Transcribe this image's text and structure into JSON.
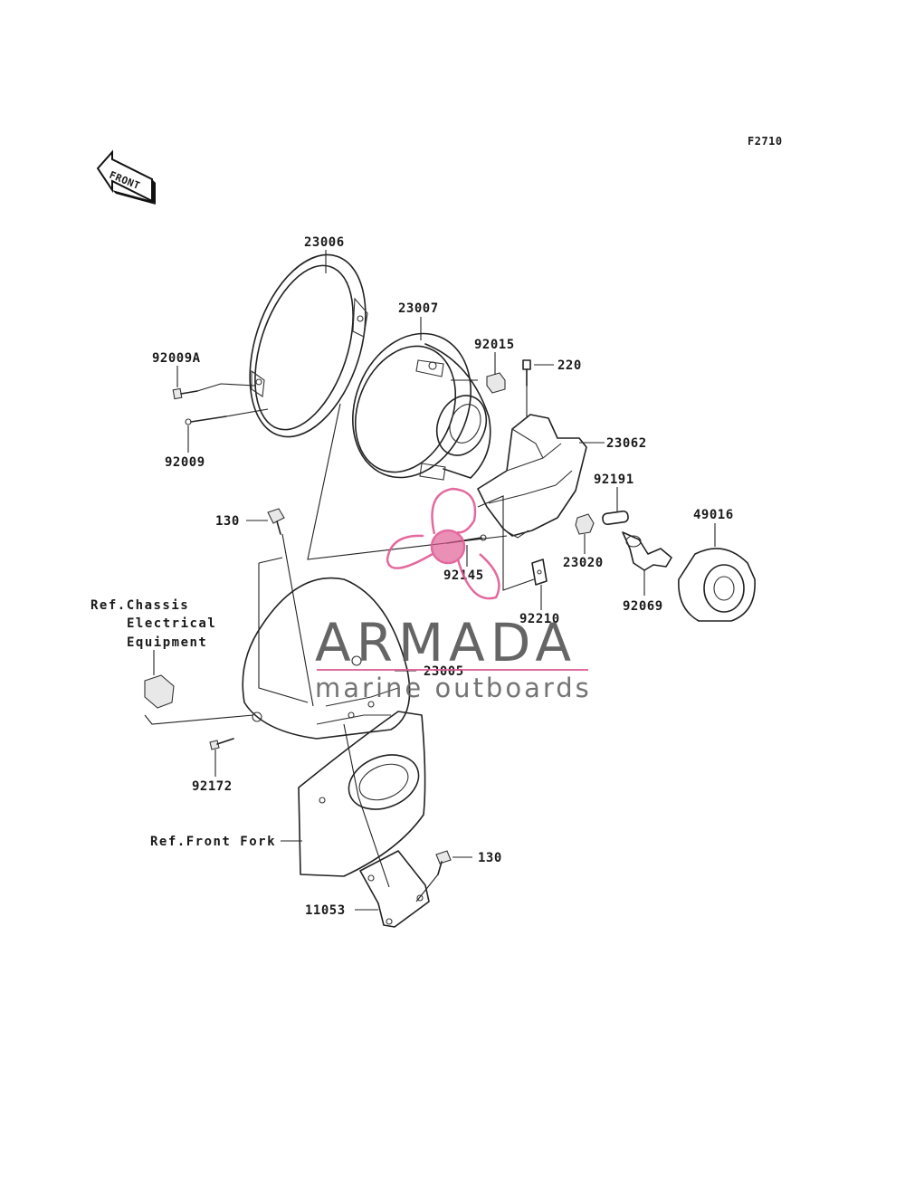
{
  "figure_code": "F2710",
  "front_arrow": "FRONT",
  "callouts": {
    "c23006": "23006",
    "c23007": "23007",
    "c92015": "92015",
    "c220": "220",
    "c92009A": "92009A",
    "c92009": "92009",
    "c23062": "23062",
    "c92191": "92191",
    "c49016": "49016",
    "c130a": "130",
    "c92145": "92145",
    "c23020": "23020",
    "c92210": "92210",
    "c92069": "92069",
    "c23005": "23005",
    "c92172": "92172",
    "c130b": "130",
    "c11053": "11053"
  },
  "references": {
    "chassis_line1": "Ref.Chassis",
    "chassis_line2": "Electrical",
    "chassis_line3": "Equipment",
    "front_fork": "Ref.Front Fork"
  },
  "watermark": {
    "title": "ARMADA",
    "subtitle": "marine outboards",
    "accent_color": "#e05a94"
  }
}
